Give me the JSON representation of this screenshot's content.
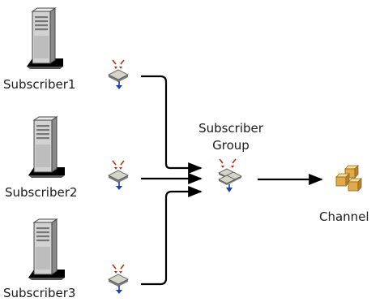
{
  "diagram": {
    "subscribers": [
      {
        "label": "Subscriber1"
      },
      {
        "label": "Subscriber2"
      },
      {
        "label": "Subscriber3"
      }
    ],
    "group": {
      "line1": "Subscriber",
      "line2": "Group"
    },
    "channel": {
      "label": "Channel"
    }
  },
  "colors": {
    "connector": "#000000",
    "server_body": "#cfcfcf",
    "server_shadow": "#000000",
    "queue_in_arrow": "#b03010",
    "queue_out_arrow": "#1e3fb5",
    "channel_box": "#e7b45a"
  },
  "icons": [
    "server-icon",
    "subscriber-queue-icon",
    "group-queue-icon",
    "channel-boxes-icon"
  ]
}
